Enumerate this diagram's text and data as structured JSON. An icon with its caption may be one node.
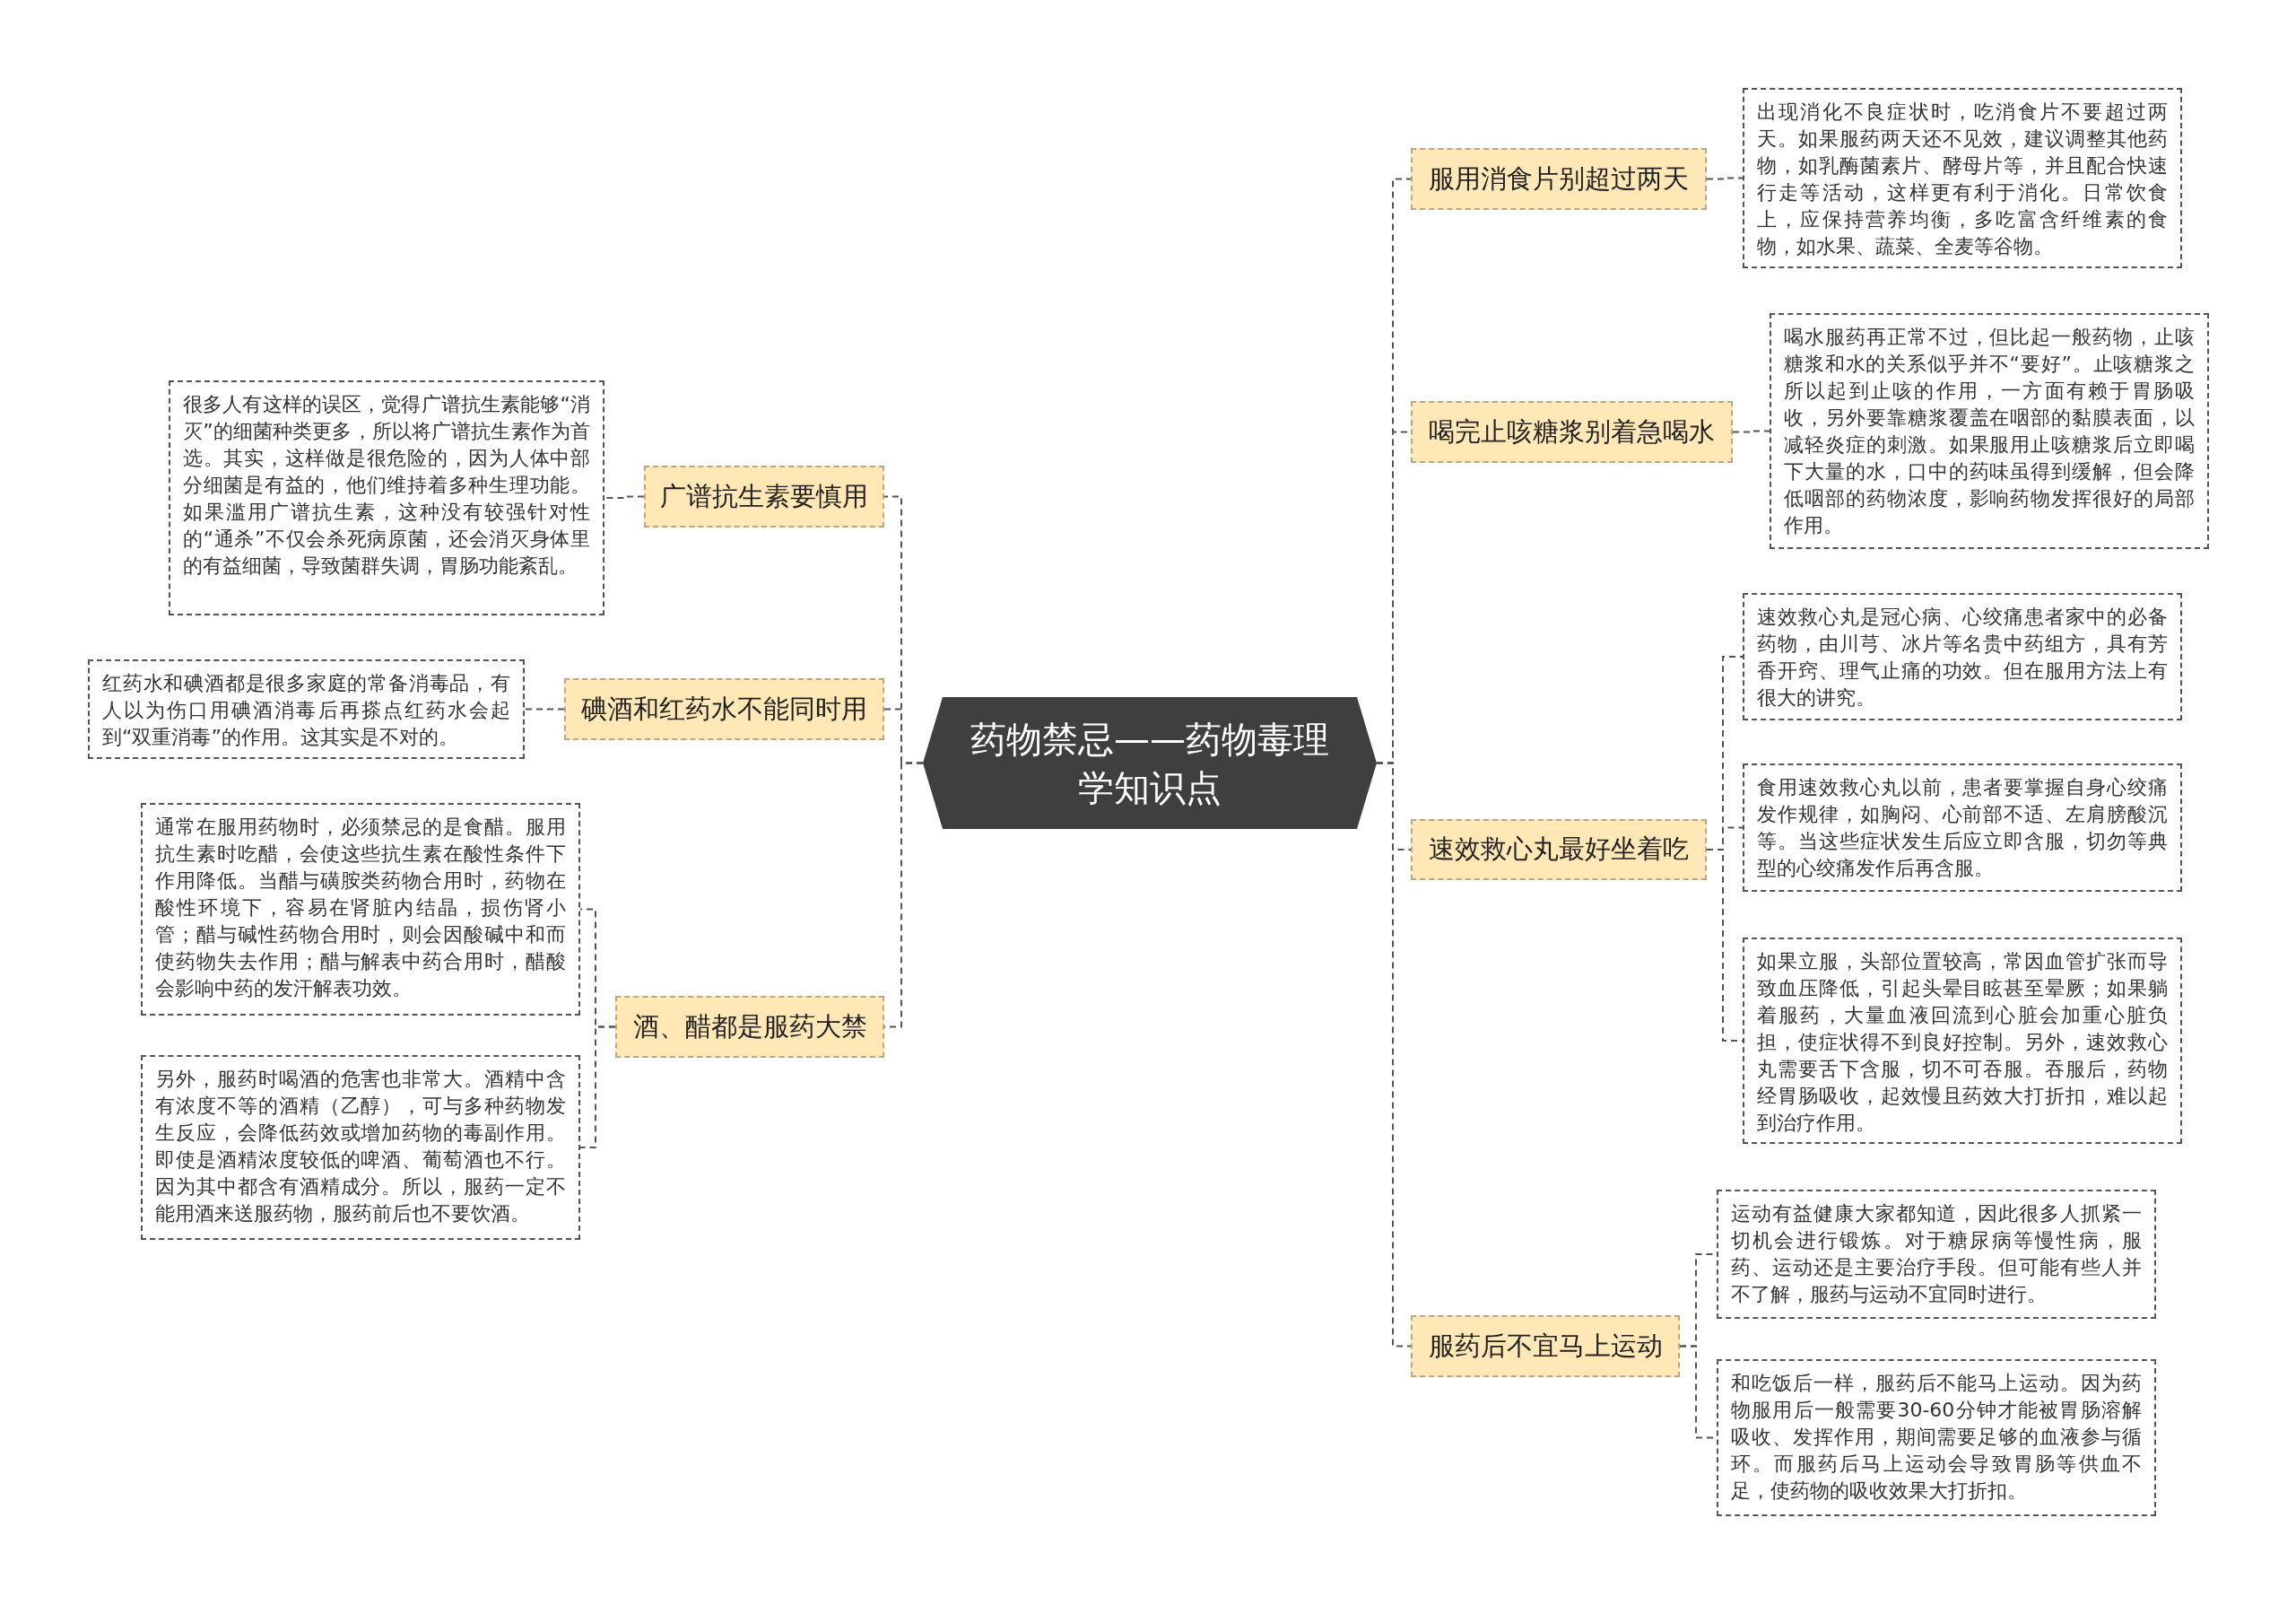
{
  "diagram": {
    "nodes": [
      {
        "text": [
          "药物禁忌——药物毒理学知识点"
        ]
      },
      {
        "text": [
          "广谱抗生素要慎用"
        ]
      },
      {
        "text": [
          "很多人有这样的误区，觉得广谱抗生素能够“消灭”的细菌种类更多，所以将广谱抗生素作为首选。其实，这样做是很危险的，因为人体中部分细菌是有益的，他们维持着多种生理功能。如果滥用广谱抗生素，这种没有较强针对性的“通杀”不仅会杀死病原菌，还会消灭身体里的有益细菌，导致菌群失调，胃肠功能紊乱。"
        ]
      },
      {
        "text": [
          "碘酒和红药水不能同时用"
        ]
      },
      {
        "text": [
          "红药水和碘酒都是很多家庭的常备消毒品，有人以为伤口用碘酒消毒后再搽点红药水会起到“双重消毒”的作用。这其实是不对的。"
        ]
      },
      {
        "text": [
          "酒、醋都是服药大禁"
        ]
      },
      {
        "text": [
          "通常在服用药物时，必须禁忌的是食醋。服用抗生素时吃醋，会使这些抗生素在酸性条件下作用降低。当醋与磺胺类药物合用时，药物在酸性环境下，容易在肾脏内结晶，损伤肾小管；醋与碱性药物合用时，则会因酸碱中和而使药物失去作用；醋与解表中药合用时，醋酸会影响中药的发汗解表功效。"
        ]
      },
      {
        "text": [
          "另外，服药时喝酒的危害也非常大。酒精中含有浓度不等的酒精（乙醇），可与多种药物发生反应，会降低药效或增加药物的毒副作用。即使是酒精浓度较低的啤酒、葡萄酒也不行。因为其中都含有酒精成分。所以，服药一定不能用酒来送服药物，服药前后也不要饮酒。"
        ]
      },
      {
        "text": [
          "服用消食片别超过两天"
        ]
      },
      {
        "text": [
          "出现消化不良症状时，吃消食片不要超过两天。如果服药两天还不见效，建议调整其他药物，如乳酶菌素片、酵母片等，并且配合快速行走等活动，这样更有利于消化。日常饮食上，应保持营养均衡，多吃富含纤维素的食物，如水果、蔬菜、全麦等谷物。"
        ]
      },
      {
        "text": [
          "喝完止咳糖浆别着急喝水"
        ]
      },
      {
        "text": [
          "喝水服药再正常不过，但比起一般药物，止咳糖浆和水的关系似乎并不“要好”。止咳糖浆之所以起到止咳的作用，一方面有赖于胃肠吸收，另外要靠糖浆覆盖在咽部的黏膜表面，以减轻炎症的刺激。如果服用止咳糖浆后立即喝下大量的水，口中的药味虽得到缓解，但会降低咽部的药物浓度，影响药物发挥很好的局部作用。"
        ]
      },
      {
        "text": [
          "速效救心丸最好坐着吃"
        ]
      },
      {
        "text": [
          "速效救心丸是冠心病、心绞痛患者家中的必备药物，由川芎、冰片等名贵中药组方，具有芳香开窍、理气止痛的功效。但在服用方法上有很大的讲究。"
        ]
      },
      {
        "text": [
          "食用速效救心丸以前，患者要掌握自身心绞痛发作规律，如胸闷、心前部不适、左肩膀酸沉等。当这些症状发生后应立即含服，切勿等典型的心绞痛发作后再含服。"
        ]
      },
      {
        "text": [
          "如果立服，头部位置较高，常因血管扩张而导致血压降低，引起头晕目眩甚至晕厥；如果躺着服药，大量血液回流到心脏会加重心脏负担，使症状得不到良好控制。另外，速效救心丸需要舌下含服，切不可吞服。吞服后，药物经胃肠吸收，起效慢且药效大打折扣，难以起到治疗作用。"
        ]
      },
      {
        "text": [
          "服药后不宜马上运动"
        ]
      },
      {
        "text": [
          "运动有益健康大家都知道，因此很多人抓紧一切机会进行锻炼。对于糖尿病等慢性病，服药、运动还是主要治疗手段。但可能有些人并不了解，服药与运动不宜同时进行。"
        ]
      },
      {
        "text": [
          "和吃饭后一样，服药后不能马上运动。因为药物服用后一般需要30-60分钟才能被胃肠溶解吸收、发挥作用，期间需要足够的血液参与循环。而服药后马上运动会导致胃肠等供血不足，使药物的吸收效果大打折扣。"
        ]
      }
    ],
    "edges": [
      {
        "from": 0,
        "to": 1,
        "arrow": "none",
        "style": "dashed"
      },
      {
        "from": 0,
        "to": 3,
        "arrow": "none",
        "style": "dashed"
      },
      {
        "from": 0,
        "to": 5,
        "arrow": "none",
        "style": "dashed"
      },
      {
        "from": 0,
        "to": 8,
        "arrow": "none",
        "style": "dashed"
      },
      {
        "from": 0,
        "to": 10,
        "arrow": "none",
        "style": "dashed"
      },
      {
        "from": 0,
        "to": 12,
        "arrow": "none",
        "style": "dashed"
      },
      {
        "from": 0,
        "to": 16,
        "arrow": "none",
        "style": "dashed"
      },
      {
        "from": 1,
        "to": 2,
        "arrow": "none",
        "style": "dashed"
      },
      {
        "from": 3,
        "to": 4,
        "arrow": "none",
        "style": "dashed"
      },
      {
        "from": 5,
        "to": 6,
        "arrow": "none",
        "style": "dashed"
      },
      {
        "from": 5,
        "to": 7,
        "arrow": "none",
        "style": "dashed"
      },
      {
        "from": 8,
        "to": 9,
        "arrow": "none",
        "style": "dashed"
      },
      {
        "from": 10,
        "to": 11,
        "arrow": "none",
        "style": "dashed"
      },
      {
        "from": 12,
        "to": 13,
        "arrow": "none",
        "style": "dashed"
      },
      {
        "from": 12,
        "to": 14,
        "arrow": "none",
        "style": "dashed"
      },
      {
        "from": 12,
        "to": 15,
        "arrow": "none",
        "style": "dashed"
      },
      {
        "from": 16,
        "to": 17,
        "arrow": "none",
        "style": "dashed"
      },
      {
        "from": 16,
        "to": 18,
        "arrow": "none",
        "style": "dashed"
      }
    ]
  }
}
